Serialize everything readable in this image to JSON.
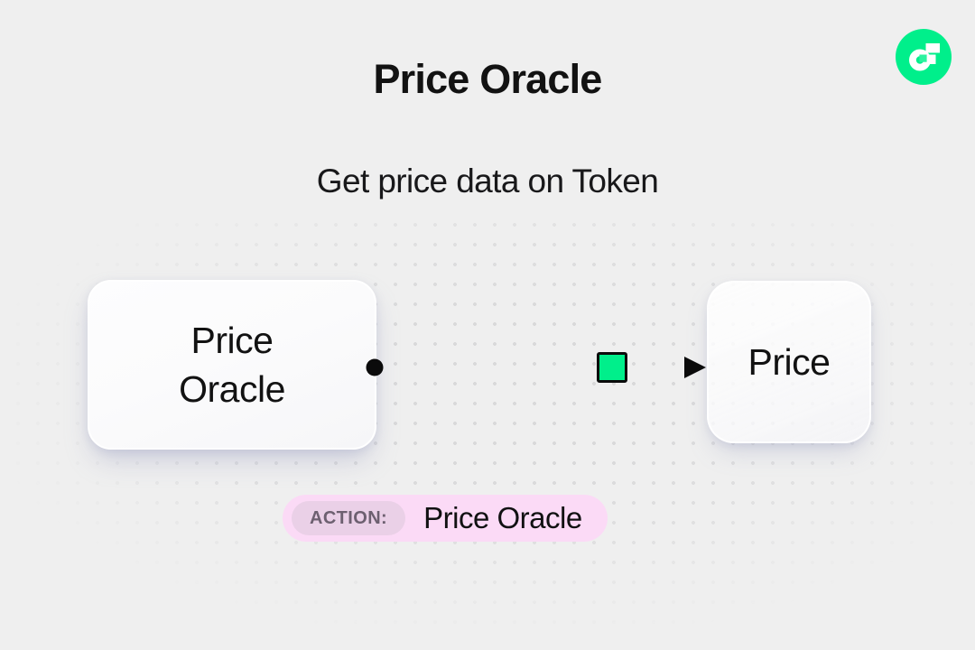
{
  "page": {
    "title": "Price Oracle",
    "subtitle": "Get price data on Token",
    "background_color": "#efefef"
  },
  "brand": {
    "logo_name": "flow-logo",
    "logo_color": "#00ef8b",
    "logo_mark_color": "#ffffff"
  },
  "diagram": {
    "nodes": [
      {
        "id": "source",
        "label": "Price\nOracle",
        "label_line1": "Price",
        "label_line2": "Oracle",
        "role": "source"
      },
      {
        "id": "target",
        "label": "Price",
        "role": "target"
      }
    ],
    "edge": {
      "from": "source",
      "to": "target",
      "start_handle": "dot",
      "end_handle": "arrow",
      "marker_color": "#00ef8b",
      "line_color": "#0b0b0b"
    }
  },
  "action": {
    "badge_label": "ACTION:",
    "value": "Price Oracle",
    "pill_color": "#fbdaf6",
    "badge_color": "#ead0e7",
    "badge_text_color": "#6d6070"
  }
}
